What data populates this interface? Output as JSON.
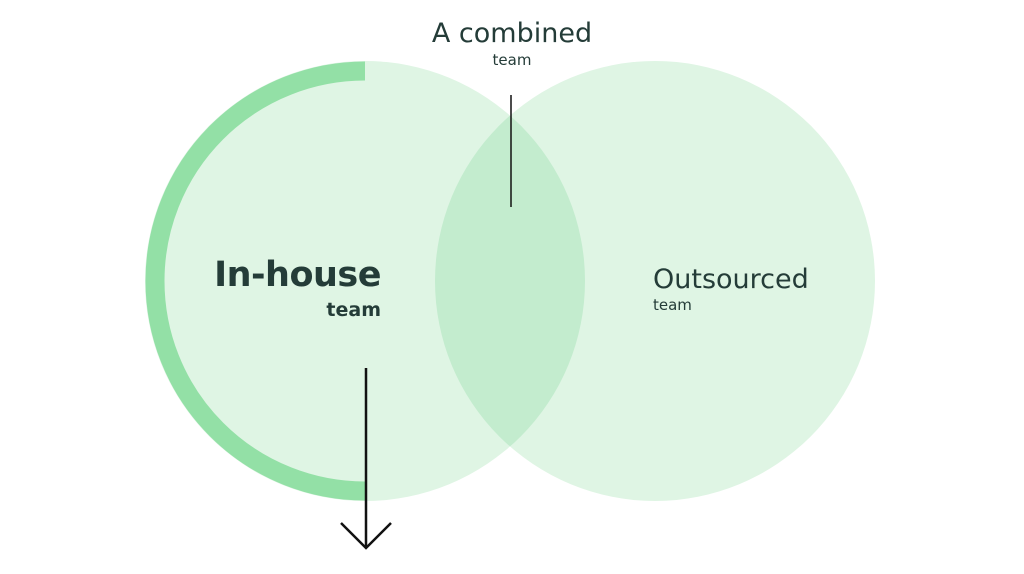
{
  "combined": {
    "title": "A combined",
    "subtitle": "team"
  },
  "inhouse": {
    "title": "In-house",
    "subtitle": "team",
    "progress": 0.5
  },
  "outsourced": {
    "title": "Outsourced",
    "subtitle": "team"
  },
  "colors": {
    "circle_fill": "#dff5e4",
    "overlap_fill": "#c3ecce",
    "ring": "#93e0a6",
    "text": "#243c38",
    "line": "#111111"
  }
}
